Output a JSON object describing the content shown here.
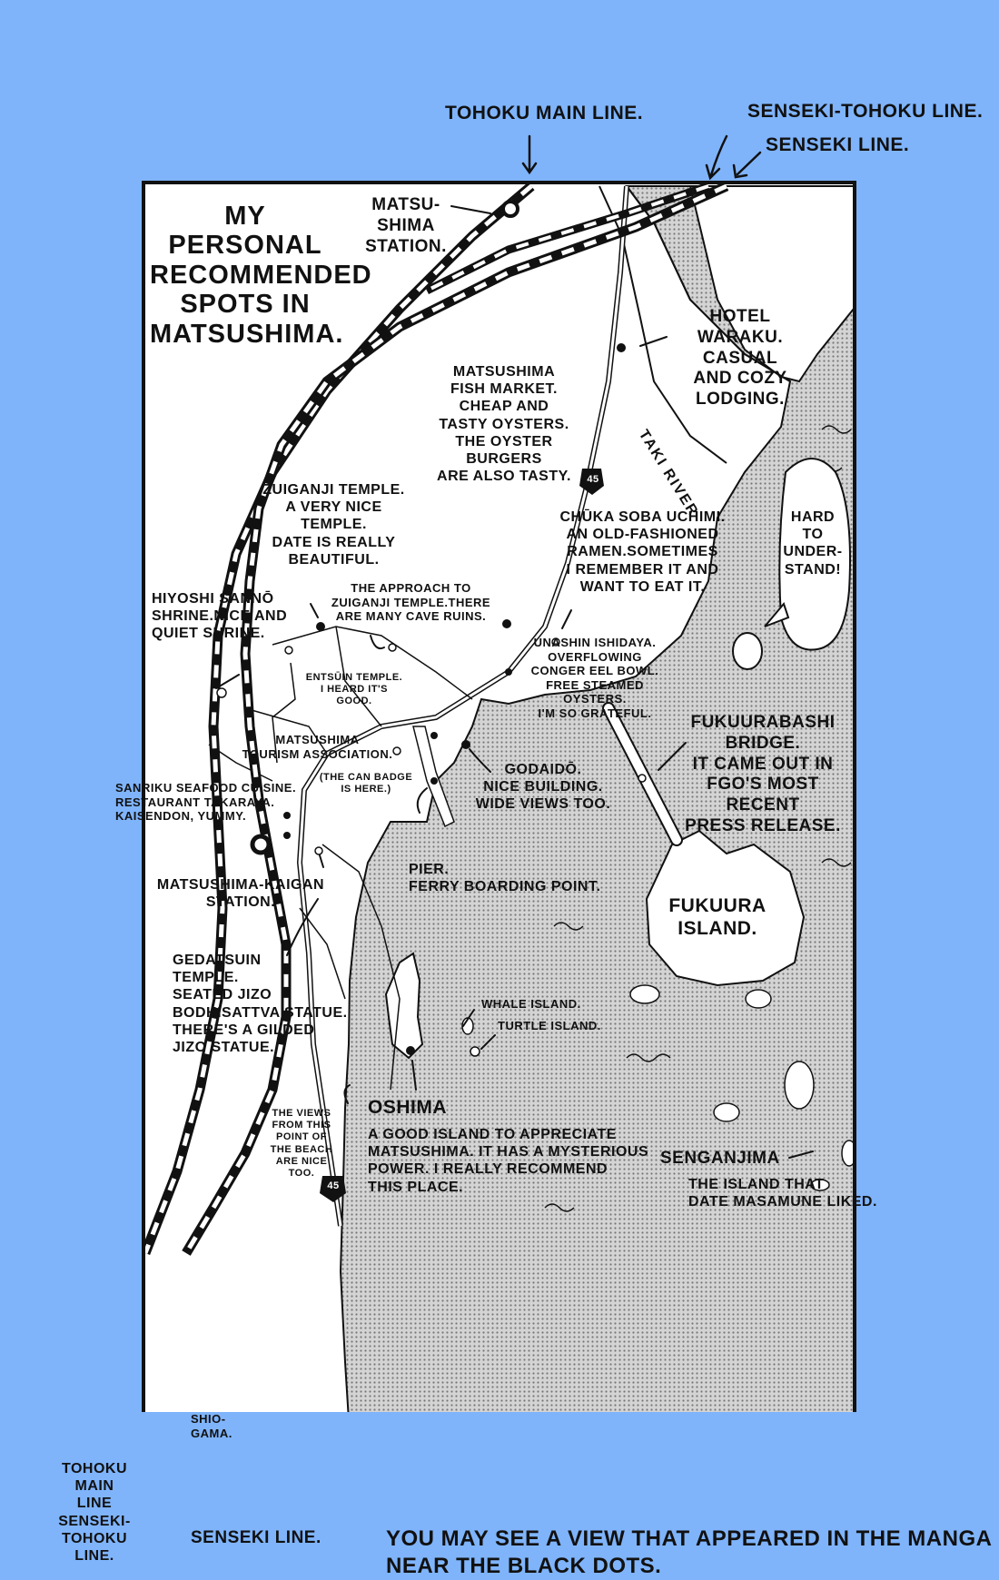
{
  "title": "MY\nPERSONAL\nRECOMMENDED\nSPOTS IN\nMATSUSHIMA.",
  "rail_labels": {
    "tohoku_top": "TOHOKU MAIN LINE.",
    "senseki_tohoku_top": "SENSEKI-TOHOKU LINE.",
    "senseki_top": "SENSEKI LINE.",
    "tohoku_bottom": "TOHOKU\nMAIN\nLINE\nSENSEKI-\nTOHOKU\nLINE.",
    "senseki_bottom": "SENSEKI LINE.",
    "shiogama": "SHIO-\nGAMA."
  },
  "stations": {
    "matsushima": "MATSU-\nSHIMA\nSTATION.",
    "kaigan": "MATSUSHIMA-KAIGAN\nSTATION."
  },
  "spots": {
    "hotel": "HOTEL WARAKU.\nCASUAL\nAND COZY\nLODGING.",
    "fish_market": "MATSUSHIMA\nFISH MARKET.\nCHEAP AND\nTASTY OYSTERS.\nTHE OYSTER BURGERS\nARE ALSO TASTY.",
    "zuiganji": "ZUIGANJI TEMPLE.\nA VERY NICE TEMPLE.\nDATE IS REALLY\nBEAUTIFUL.",
    "approach": "THE APPROACH TO\nZUIGANJI TEMPLE.THERE\nARE MANY CAVE RUINS.",
    "chuka": "CHŪKA SOBA UCHIMI.\nAN OLD-FASHIONED\nRAMEN.SOMETIMES\nI REMEMBER IT AND\nWANT TO EAT IT.",
    "hiyoshi": "HIYOSHI SANNŌ\nSHRINE.NICE AND\nQUIET SHRINE.",
    "entsuin": "ENTSŪIN TEMPLE.\nI HEARD IT'S GOOD.",
    "unashin": "UNASHIN ISHIDAYA.\nOVERFLOWING\nCONGER EEL BOWL.\nFREE STEAMED OYSTERS.\nI'M SO GRATEFUL.",
    "tourism": "MATSUSHIMA\nTOURISM ASSOCIATION.",
    "can_badge": "(THE CAN BADGE\nIS HERE.)",
    "fukuurabashi": "FUKUURABASHI\nBRIDGE.\nIT CAME OUT IN\nFGO'S MOST RECENT\nPRESS RELEASE.",
    "sanriku": "SANRIKU SEAFOOD CUISINE.\nRESTAURANT TAKARAYA.\nKAISENDON, YUMMY.",
    "godaido": "GODAIDŌ.\nNICE BUILDING.\nWIDE VIEWS TOO.",
    "pier": "PIER.\nFERRY BOARDING POINT.",
    "fukuura_island": "FUKUURA\nISLAND.",
    "gedatsuin": "GEDATSUIN\nTEMPLE.\nSEATED JIZO\nBODHISATTVA STATUE.\nTHERE'S A GILDED\nJIZO STATUE.",
    "whale": "WHALE ISLAND.",
    "turtle": "TURTLE ISLAND.",
    "views": "THE VIEWS\nFROM THIS\nPOINT OF\nTHE BEACH\nARE NICE TOO.",
    "oshima": "OSHIMA",
    "oshima_desc": "A GOOD ISLAND TO APPRECIATE\nMATSUSHIMA. IT HAS A MYSTERIOUS\nPOWER. I REALLY RECOMMEND\nTHIS PLACE.",
    "senganjima": "SENGANJIMA",
    "senganjima_desc": "THE ISLAND THAT\nDATE MASAMUNE LIKED."
  },
  "river": "TAKI RIVER",
  "bubble": "HARD\nTO\nUNDER-\nSTAND!",
  "route_number": "45",
  "legend": "YOU MAY SEE A VIEW THAT APPEARED IN THE MANGA\nNEAR THE BLACK DOTS.",
  "colors": {
    "background": "#7fb4fb",
    "paper": "#ffffff",
    "sea": "#b8b8b8",
    "ink": "#111111"
  }
}
